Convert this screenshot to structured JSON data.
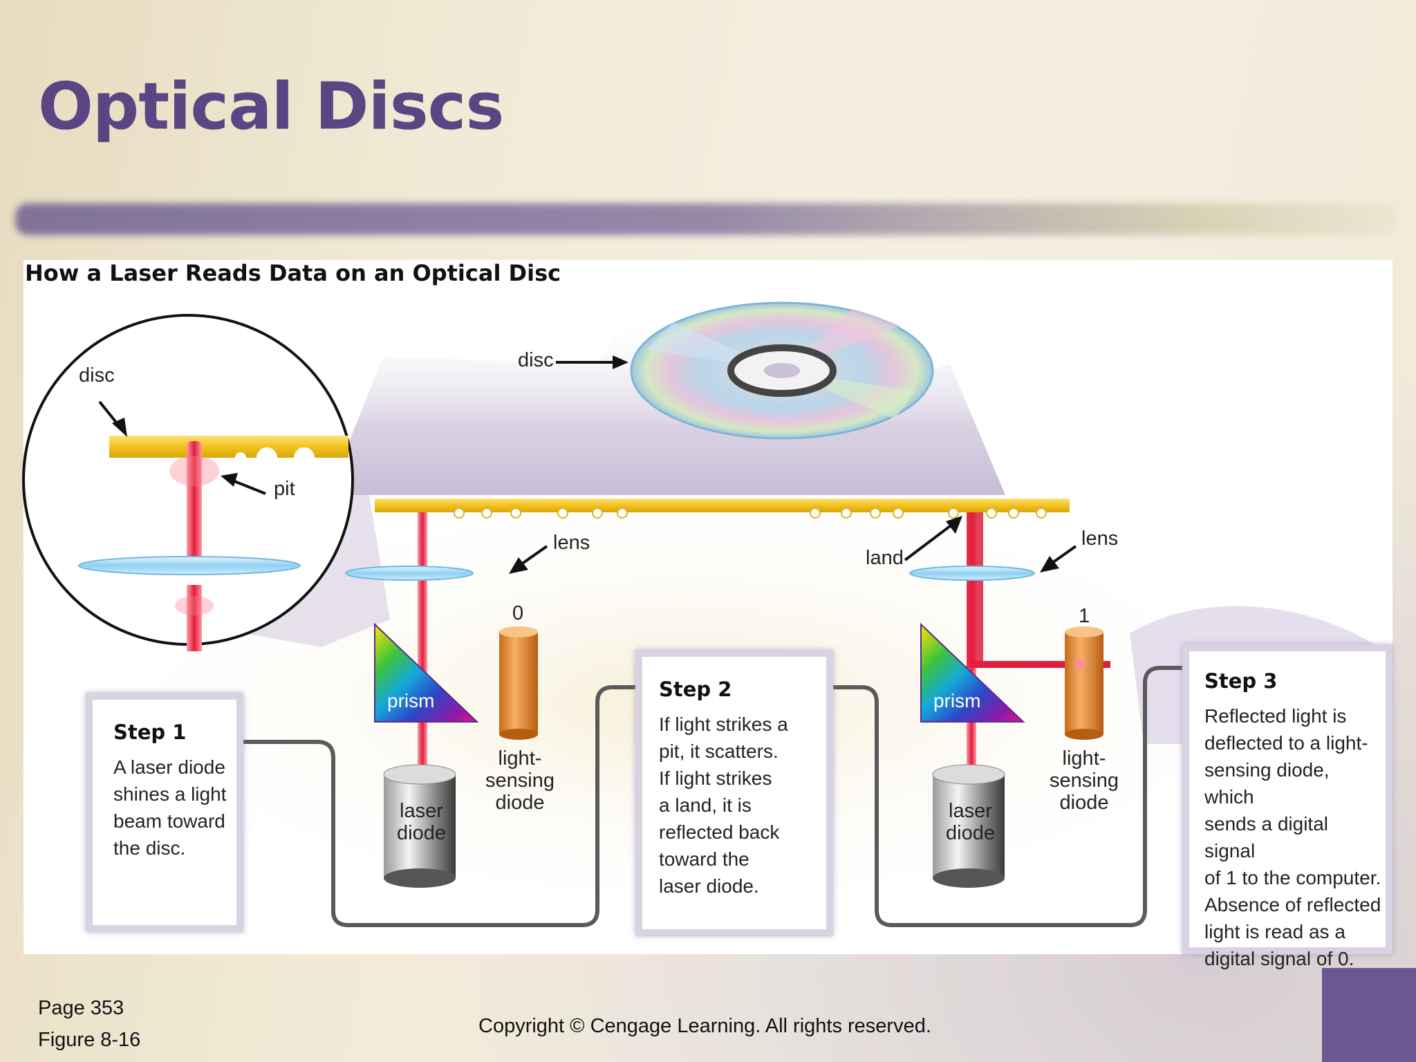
{
  "slide": {
    "title": "Optical Discs",
    "accent_color": "#5b4583"
  },
  "figure": {
    "title": "How a Laser Reads Data on an Optical Disc",
    "labels": {
      "inset_disc": "disc",
      "inset_pit": "pit",
      "disc": "disc",
      "lens_left": "lens",
      "lens_right": "lens",
      "land": "land",
      "prism_left": "prism",
      "prism_right": "prism",
      "laser_left_1": "laser",
      "laser_left_2": "diode",
      "laser_right_1": "laser",
      "laser_right_2": "diode",
      "sensor_left_1": "light-",
      "sensor_left_2": "sensing",
      "sensor_left_3": "diode",
      "sensor_right_1": "light-",
      "sensor_right_2": "sensing",
      "sensor_right_3": "diode",
      "signal_left": "0",
      "signal_right": "1"
    },
    "steps": [
      {
        "title": "Step 1",
        "lines": [
          "A laser diode",
          "shines a light",
          "beam toward",
          "the disc."
        ]
      },
      {
        "title": "Step 2",
        "lines": [
          "If light strikes a",
          "pit, it scatters.",
          "If light strikes",
          "a land, it is",
          "reflected back",
          "toward the",
          "laser diode."
        ]
      },
      {
        "title": "Step 3",
        "lines": [
          "Reflected light is",
          "deflected to a light-",
          "sensing diode, which",
          "sends a digital signal",
          "of 1 to the computer.",
          "Absence of reflected",
          "light is read as a",
          "digital signal of 0."
        ]
      }
    ]
  },
  "footer": {
    "page": "Page 353",
    "figure": "Figure 8-16",
    "copyright": "Copyright © Cengage Learning. All rights reserved."
  }
}
